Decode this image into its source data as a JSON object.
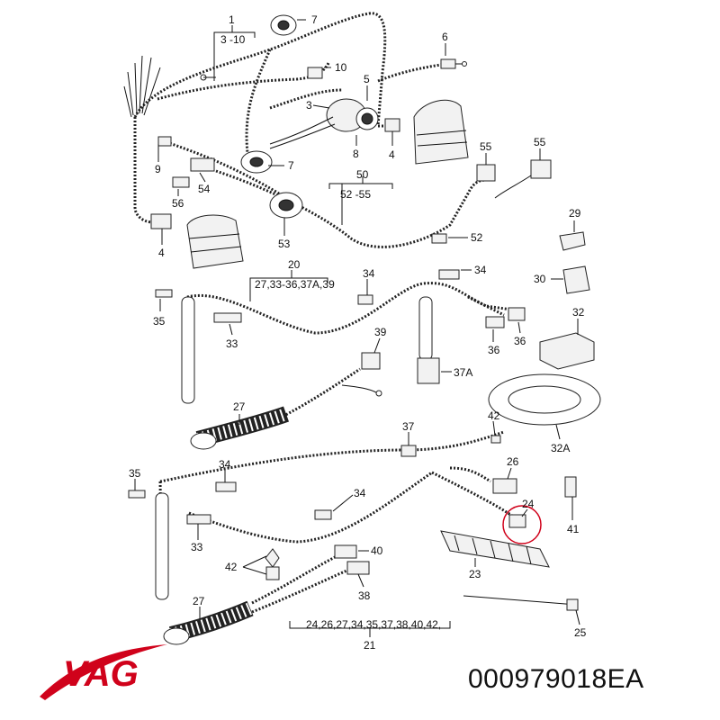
{
  "brand": {
    "name": "VAG",
    "color": "#d0021b"
  },
  "part_number": "000979018EA",
  "highlight_color": "#d0021b",
  "callouts": {
    "c1": "1",
    "c1r": "3 -10",
    "c7a": "7",
    "c6": "6",
    "c10": "10",
    "c5": "5",
    "c3": "3",
    "c8": "8",
    "c4a": "4",
    "c7b": "7",
    "c9": "9",
    "c54": "54",
    "c56": "56",
    "c4b": "4",
    "c55a": "55",
    "c55b": "55",
    "c50": "50",
    "c50r": "52 -55",
    "c53": "53",
    "c52": "52",
    "c29": "29",
    "c30": "30",
    "c20": "20",
    "c20r": "27,33-36,37A,39",
    "c34a": "34",
    "c34b": "34",
    "c35a": "35",
    "c33a": "33",
    "c36a": "36",
    "c36b": "36",
    "c32": "32",
    "c39": "39",
    "c37a": "37A",
    "c27a": "27",
    "c32a": "32A",
    "c37": "37",
    "c42a": "42",
    "c34c": "34",
    "c26": "26",
    "c35b": "35",
    "c34d": "34",
    "c24": "24",
    "c41": "41",
    "c33b": "33",
    "c40": "40",
    "c23": "23",
    "c42b": "42",
    "c38": "38",
    "c27b": "27",
    "c25": "25",
    "c21r": "24,26,27,34,35,37,38,40,42,",
    "c21": "21"
  }
}
